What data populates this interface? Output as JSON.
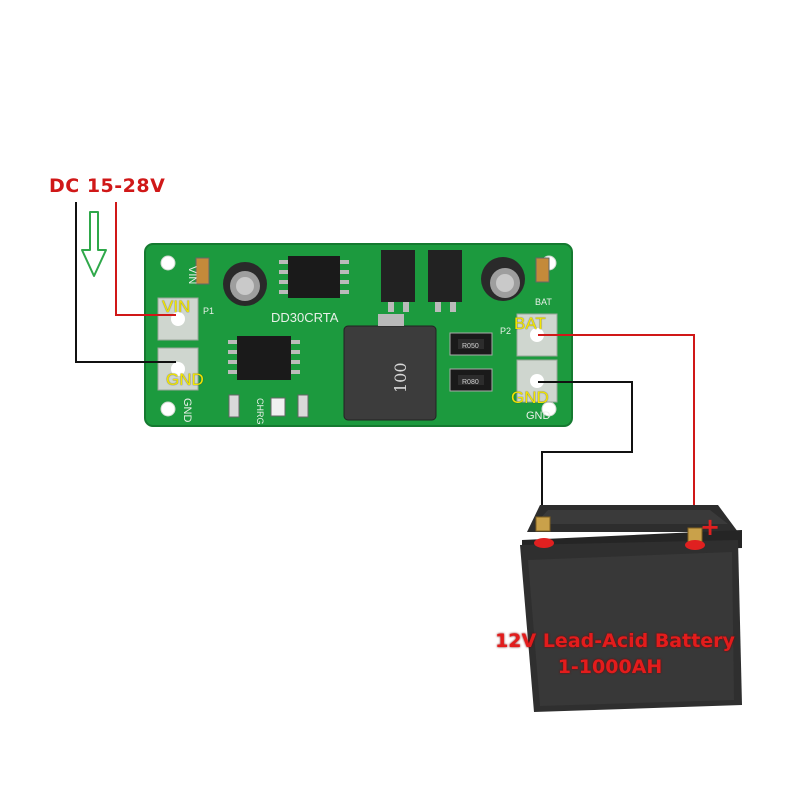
{
  "input_label": "DC 15-28V",
  "board": {
    "part_no": "DD30CRTA",
    "inductor_value": "100",
    "vin_label": "VIN",
    "gnd_in_label": "GND",
    "bat_label": "BAT",
    "gnd_out_label": "GND",
    "silk_vin": "VIN",
    "silk_gnd_left": "GND",
    "silk_p1": "P1",
    "silk_p2": "P2",
    "silk_bat": "BAT",
    "silk_gnd_right": "GND",
    "silk_chrg": "CHRG",
    "resistor_1": "R050",
    "resistor_2": "R080"
  },
  "battery": {
    "polarity_plus": "+",
    "line1": "12V Lead-Acid Battery",
    "line2": "1-1000AH"
  },
  "colors": {
    "pcb_green": "#1c9a3e",
    "wire_red": "#d01818",
    "wire_black": "#111111",
    "label_yellow": "#f2e600",
    "arrow_green": "#2fa84a"
  }
}
